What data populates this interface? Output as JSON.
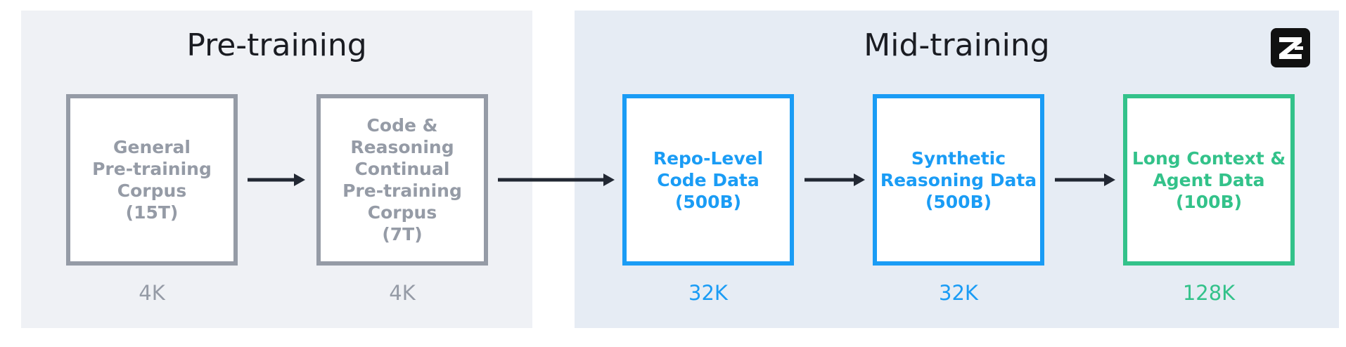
{
  "stages": {
    "pretraining": {
      "title": "Pre-training"
    },
    "midtraining": {
      "title": "Mid-training"
    }
  },
  "blocks": [
    {
      "lines": [
        "General",
        "Pre-training",
        "Corpus",
        "(15T)"
      ],
      "context": "4K",
      "color": "#959ba6"
    },
    {
      "lines": [
        "Code &",
        "Reasoning",
        "Continual",
        "Pre-training",
        "Corpus",
        "(7T)"
      ],
      "context": "4K",
      "color": "#959ba6"
    },
    {
      "lines": [
        "Repo-Level",
        "Code Data",
        "(500B)"
      ],
      "context": "32K",
      "color": "#1a9cf5"
    },
    {
      "lines": [
        "Synthetic",
        "Reasoning Data",
        "(500B)"
      ],
      "context": "32K",
      "color": "#1a9cf5"
    },
    {
      "lines": [
        "Long Context &",
        "Agent Data",
        "(100B)"
      ],
      "context": "128K",
      "color": "#33c28a"
    }
  ],
  "colors": {
    "pretraining_panel": "#eff1f5",
    "midtraining_panel": "#e6ecf4",
    "arrow": "#222833"
  },
  "logo": {
    "icon": "z-logo-icon"
  }
}
